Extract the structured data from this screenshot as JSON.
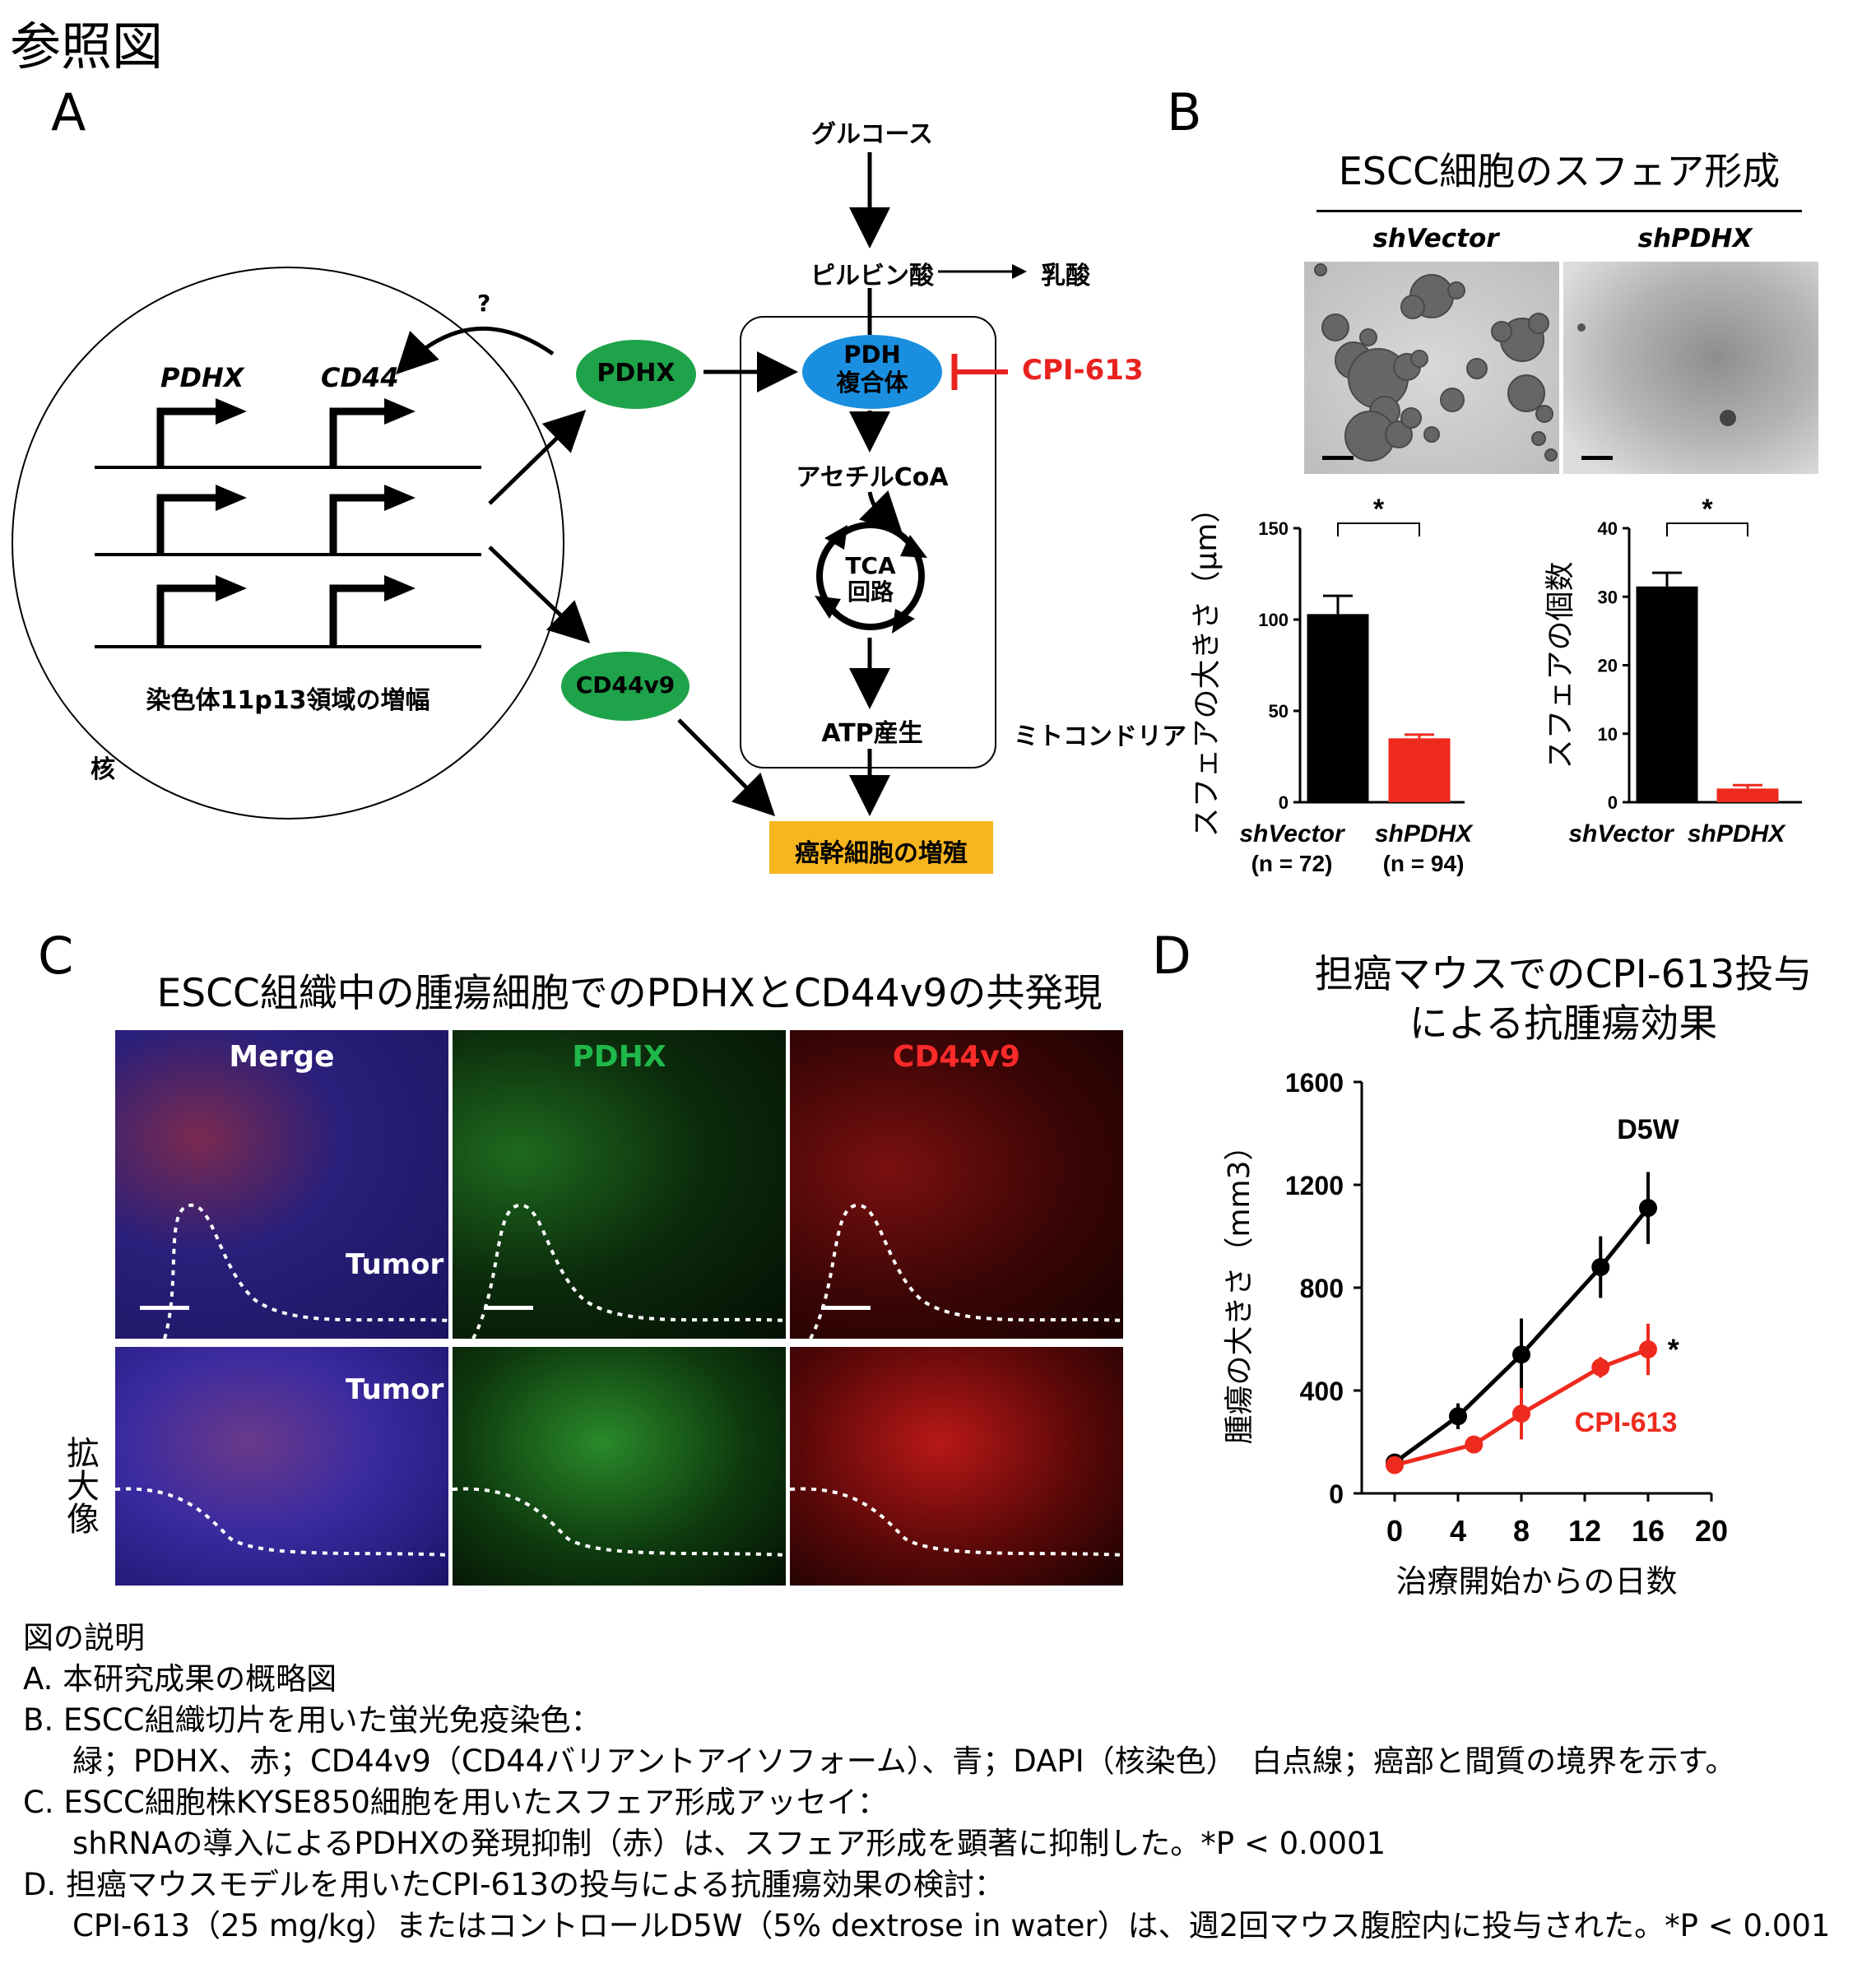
{
  "page_title": "参照図",
  "panel_a": {
    "letter": "A",
    "glucose": "グルコース",
    "pyruvate": "ピルビン酸",
    "lactate": "乳酸",
    "question": "?",
    "pdhx_node": "PDHX",
    "pdh_line1": "PDH",
    "pdh_line2": "複合体",
    "inhibitor": "CPI-613",
    "acetyl_coa": "アセチルCoA",
    "tca_line1": "TCA",
    "tca_line2": "回路",
    "atp": "ATP産生",
    "mito": "ミトコンドリア",
    "cd44v9_node": "CD44v9",
    "outcome": "癌幹細胞の増殖",
    "gene1": "PDHX",
    "gene2": "CD44",
    "chromosome": "染色体11p13領域の増幅",
    "nucleus": "核",
    "colors": {
      "green": "#1fa34a",
      "blue": "#1a8fe0",
      "red": "#e8221f",
      "orange": "#f7b51f"
    }
  },
  "panel_b": {
    "letter": "B",
    "title": "ESCC細胞のスフェア形成",
    "img_label1": "shVector",
    "img_label2": "shPDHX"
  },
  "panel_c": {
    "letter": "C",
    "title": "ESCC組織中の腫瘍細胞でのPDHXとCD44v9の共発現",
    "label_merge": "Merge",
    "label_pdhx": "PDHX",
    "label_cd44v9": "CD44v9",
    "tumor": "Tumor",
    "tumor2": "Tumor",
    "zoom_label": "拡大像"
  },
  "panel_d": {
    "letter": "D",
    "title_line1": "担癌マウスでのCPI-613投与",
    "title_line2": "による抗腫瘍効果"
  },
  "chart_data": [
    {
      "type": "bar",
      "ylabel": "スフェアの大きさ（μm）",
      "categories": [
        "shVector",
        "shPDHX"
      ],
      "category_notes": [
        "(n = 72)",
        "(n = 94)"
      ],
      "values": [
        103,
        35
      ],
      "errors": [
        10,
        2
      ],
      "colors": [
        "#000000",
        "#ee2a1e"
      ],
      "ylim": [
        0,
        150
      ],
      "yticks": [
        0,
        50,
        100,
        150
      ],
      "significance": "*"
    },
    {
      "type": "bar",
      "ylabel": "スフェアの個数",
      "categories": [
        "shVector",
        "shPDHX"
      ],
      "values": [
        31.5,
        2
      ],
      "errors": [
        2,
        0.5
      ],
      "colors": [
        "#000000",
        "#ee2a1e"
      ],
      "ylim": [
        0,
        40
      ],
      "yticks": [
        0,
        10,
        20,
        30,
        40
      ],
      "significance": "*"
    },
    {
      "type": "line",
      "xlabel": "治療開始からの日数",
      "ylabel": "腫瘍の大きさ（mm3）",
      "xlim": [
        0,
        20
      ],
      "xticks": [
        0,
        4,
        8,
        12,
        16,
        20
      ],
      "ylim": [
        0,
        1600
      ],
      "yticks": [
        0,
        400,
        800,
        1200,
        1600
      ],
      "series": [
        {
          "name": "D5W",
          "color": "#000000",
          "x": [
            0,
            4,
            8,
            13,
            16
          ],
          "y": [
            120,
            300,
            540,
            880,
            1110
          ],
          "err": [
            20,
            50,
            140,
            120,
            140
          ]
        },
        {
          "name": "CPI-613",
          "color": "#ee2a1e",
          "x": [
            0,
            5,
            8,
            13,
            16
          ],
          "y": [
            110,
            190,
            310,
            490,
            560
          ],
          "err": [
            20,
            30,
            100,
            40,
            100
          ]
        }
      ],
      "significance": "*"
    }
  ],
  "caption": {
    "heading": "図の説明",
    "a": "A. 本研究成果の概略図",
    "b": "B. ESCC組織切片を用いた蛍光免疫染色：",
    "b_detail": "緑；PDHX、赤；CD44v9（CD44バリアントアイソフォーム）、青；DAPI（核染色）　白点線；癌部と間質の境界を示す。",
    "c": "C. ESCC細胞株KYSE850細胞を用いたスフェア形成アッセイ：",
    "c_detail": "shRNAの導入によるPDHXの発現抑制（赤）は、スフェア形成を顕著に抑制した。*P < 0.0001",
    "d": "D. 担癌マウスモデルを用いたCPI-613の投与による抗腫瘍効果の検討：",
    "d_detail": "CPI-613（25 mg/kg）またはコントロールD5W（5% dextrose in water）は、週2回マウス腹腔内に投与された。*P < 0.001"
  }
}
